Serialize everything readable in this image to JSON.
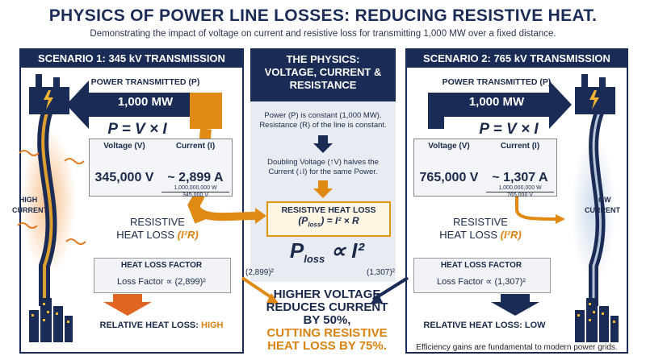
{
  "header": {
    "title": "PHYSICS OF POWER LINE LOSSES: REDUCING RESISTIVE HEAT.",
    "subtitle": "Demonstrating the impact of voltage on current and resistive loss for transmitting 1,000 MW over a fixed distance."
  },
  "scenario1": {
    "title": "SCENARIO 1: 345 kV TRANSMISSION",
    "power_label": "POWER TRANSMITTED (P)",
    "power_value": "1,000 MW",
    "formula": "P = V × I",
    "voltage_label": "Voltage (V)",
    "voltage_value": "345,000 V",
    "current_label": "Current (I)",
    "current_value": "~ 2,899 A",
    "calc_num": "1,000,000,000 W",
    "calc_den": "345,000 V",
    "side_label_1": "HIGH",
    "side_label_2": "CURRENT",
    "loss_label_1": "RESISTIVE",
    "loss_label_2": "HEAT LOSS",
    "loss_sym": "(I²R)",
    "factor_header": "HEAT LOSS FACTOR",
    "factor_text": "Loss Factor ∝ (2,899)²",
    "relative_label": "RELATIVE HEAT LOSS:",
    "relative_value": "HIGH"
  },
  "scenario2": {
    "title": "SCENARIO 2: 765 kV TRANSMISSION",
    "power_label": "POWER TRANSMITTED (P)",
    "power_value": "1,000 MW",
    "formula": "P = V × I",
    "voltage_label": "Voltage (V)",
    "voltage_value": "765,000 V",
    "current_label": "Current (I)",
    "current_value": "~ 1,307 A",
    "calc_num": "1,000,000,000 W",
    "calc_den": "765,000 V",
    "side_label_1": "LOW",
    "side_label_2": "CURRENT",
    "loss_label_1": "RESISTIVE",
    "loss_label_2": "HEAT LOSS",
    "loss_sym": "(I²R)",
    "factor_header": "HEAT LOSS FACTOR",
    "factor_text": "Loss Factor ∝ (1,307)²",
    "relative_label": "RELATIVE HEAT LOSS:",
    "relative_value": "LOW"
  },
  "center": {
    "title_1": "THE PHYSICS:",
    "title_2": "VOLTAGE, CURRENT &",
    "title_3": "RESISTANCE",
    "text1_a": "Power (P) is constant (1,000 MW).",
    "text1_b": "Resistance (R) of the line is constant.",
    "text2_a": "Doubling Voltage (↑V) halves the",
    "text2_b": "Current (↓I) for the same Power.",
    "rhl_1": "RESISTIVE HEAT LOSS",
    "rhl_2": "(P",
    "rhl_sub": "loss",
    "rhl_3": ") = I² × R",
    "prop_p": "P",
    "prop_sub": "loss",
    "prop_rest": " ∝ I²",
    "left_sq": "(2,899)²",
    "right_sq": "(1,307)²"
  },
  "conclusion": {
    "line1": "HIGHER VOLTAGE",
    "line2": "REDUCES CURRENT",
    "line3": "BY 50%,",
    "line4": "CUTTING RESISTIVE",
    "line5": "HEAT LOSS BY 75%."
  },
  "footer": "Efficiency gains are fundamental to modern power grids.",
  "colors": {
    "navy": "#1a2b55",
    "orange": "#e08a14"
  }
}
